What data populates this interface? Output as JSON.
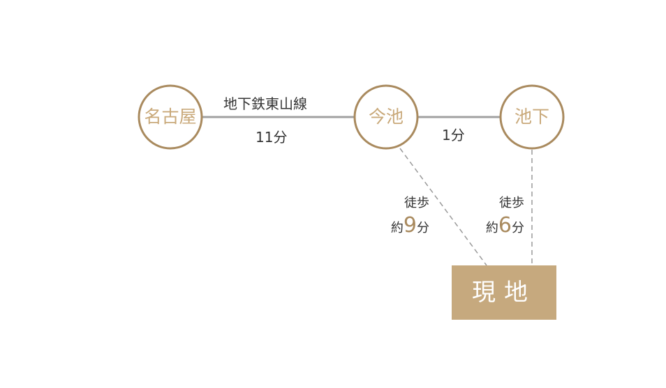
{
  "stations": [
    {
      "name": "名古屋"
    },
    {
      "name": "今池"
    },
    {
      "name": "池下"
    }
  ],
  "line": {
    "name": "地下鉄東山線",
    "time1": "11分",
    "time2": "1分"
  },
  "walks": [
    {
      "label": "徒歩",
      "prefix": "約",
      "minutes": "9",
      "unit": "分"
    },
    {
      "label": "徒歩",
      "prefix": "約",
      "minutes": "6",
      "unit": "分"
    }
  ],
  "current": "現地",
  "colors": {
    "circle": "#a98a5e",
    "station_text": "#c9a97a",
    "box": "#c6a97e",
    "line": "#a0a0a0"
  }
}
